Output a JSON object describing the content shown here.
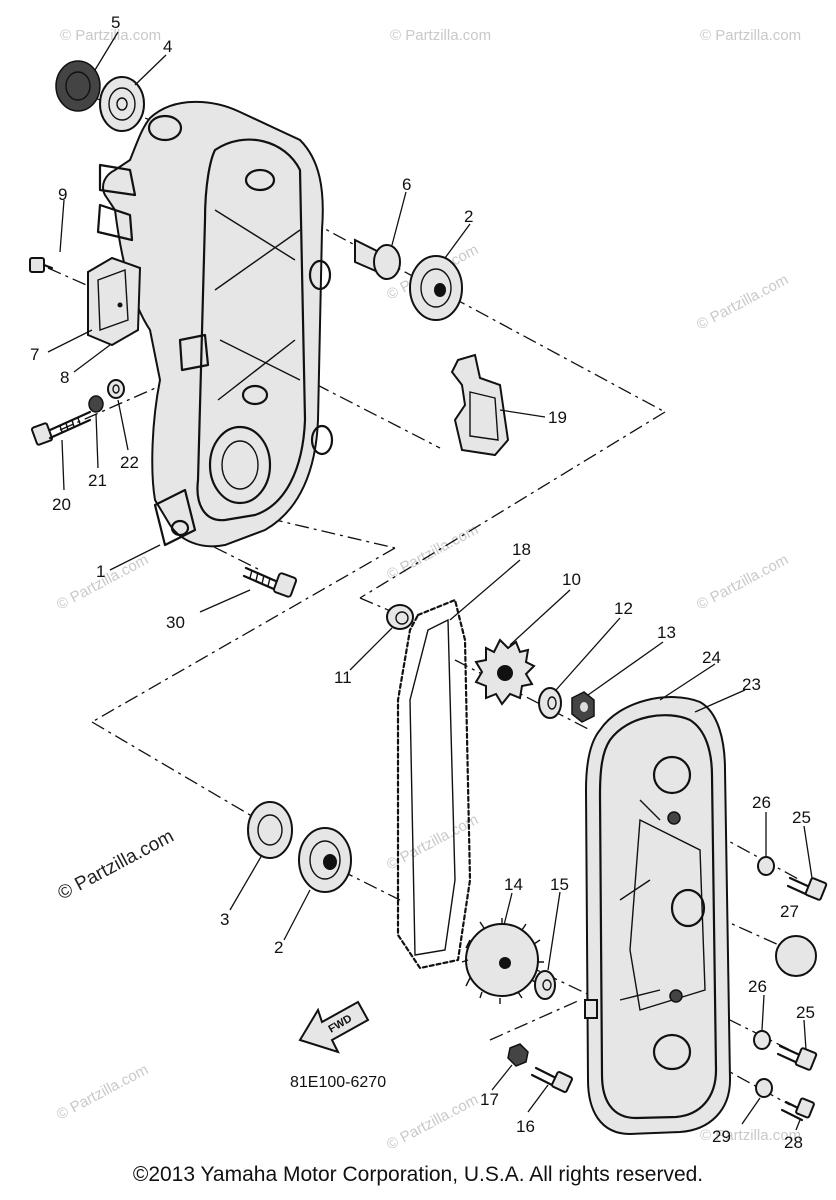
{
  "diagram": {
    "part_code": "81E100-6270",
    "fwd_label": "FWD",
    "watermark": "© Partzilla.com",
    "copyright": "©2013 Yamaha Motor Corporation, U.S.A. All rights reserved."
  },
  "callouts": {
    "c1": "1",
    "c2a": "2",
    "c2b": "2",
    "c3": "3",
    "c4": "4",
    "c5": "5",
    "c6": "6",
    "c7": "7",
    "c8": "8",
    "c9": "9",
    "c10": "10",
    "c11": "11",
    "c12": "12",
    "c13": "13",
    "c14": "14",
    "c15": "15",
    "c16": "16",
    "c17": "17",
    "c18": "18",
    "c19": "19",
    "c20": "20",
    "c21": "21",
    "c22": "22",
    "c23": "23",
    "c24": "24",
    "c25a": "25",
    "c25b": "25",
    "c26a": "26",
    "c26b": "26",
    "c27": "27",
    "c28": "28",
    "c29": "29",
    "c30": "30"
  }
}
